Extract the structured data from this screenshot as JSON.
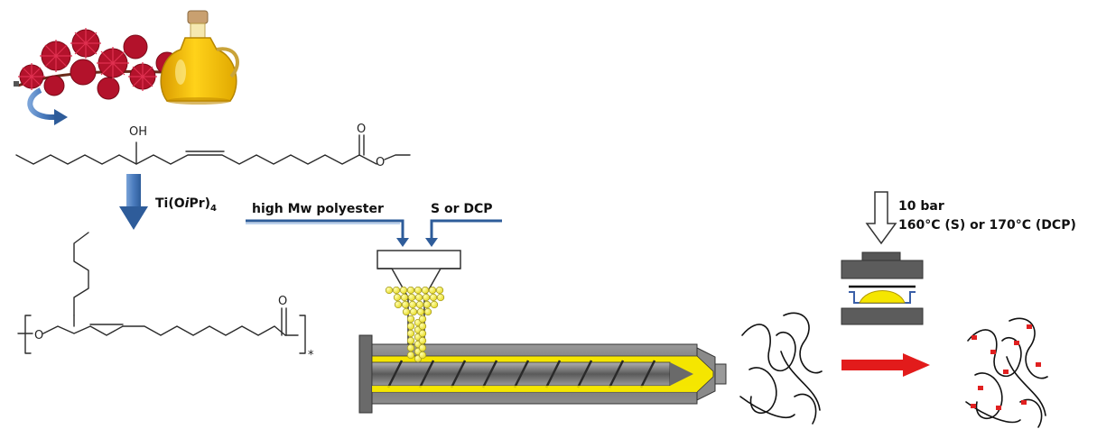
{
  "labels": {
    "hydroxyl_top": "OH",
    "carbonyl_top": "O",
    "ester_o_top": "O",
    "catalyst_prefix": "Ti(O",
    "catalyst_italic": "i",
    "catalyst_mid": "Pr)",
    "catalyst_sub": "4",
    "polyester_feed": "high Mw polyester",
    "crosslinker_feed": "S or DCP",
    "pressure": "10 bar",
    "temperature": "160°C (S) or 170°C (DCP)",
    "polymer_o": "O",
    "polymer_carbonyl_o": "O",
    "end_star": "*"
  },
  "colors": {
    "blue_arrow": "#4a7bbd",
    "blue_arrow_dark": "#2e5c9a",
    "oil": "#f2c200",
    "pellet": "#f2e640",
    "barrel": "#7a7a7a",
    "red_arrow": "#e21b1b",
    "crosslink": "#e02020",
    "castor_red": "#b3122b"
  },
  "icons": [
    "castor-plant-icon",
    "oil-jar-icon",
    "curved-arrow-icon",
    "extruder-icon",
    "hot-press-icon",
    "polymer-network-icon"
  ]
}
